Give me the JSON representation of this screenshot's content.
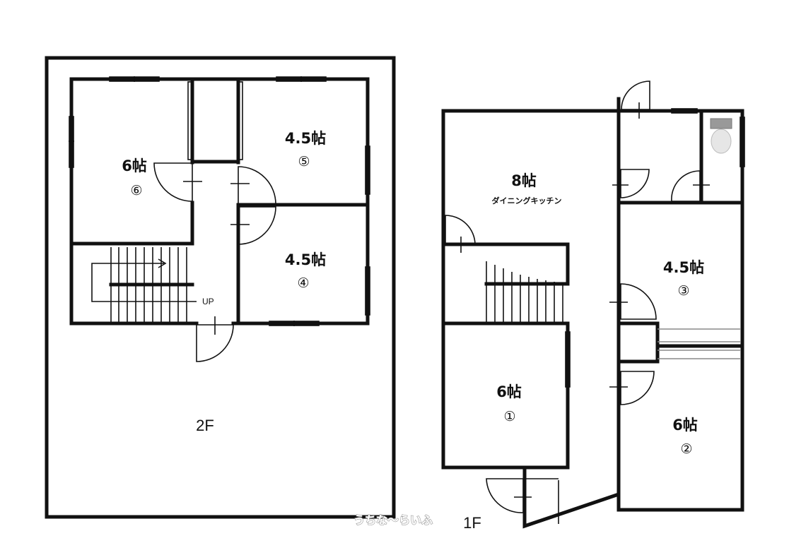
{
  "floors": {
    "second": {
      "label": "2F",
      "up_label": "UP",
      "rooms": [
        {
          "size": "6帖",
          "number": "⑥"
        },
        {
          "size": "4.5帖",
          "number": "⑤"
        },
        {
          "size": "4.5帖",
          "number": "④"
        }
      ]
    },
    "first": {
      "label": "1F",
      "rooms": [
        {
          "size": "8帖",
          "sub": "ダイニングキッチン"
        },
        {
          "size": "4.5帖",
          "number": "③"
        },
        {
          "size": "6帖",
          "number": "①"
        },
        {
          "size": "6帖",
          "number": "②"
        }
      ]
    }
  },
  "watermark": "うちな～らいふ"
}
